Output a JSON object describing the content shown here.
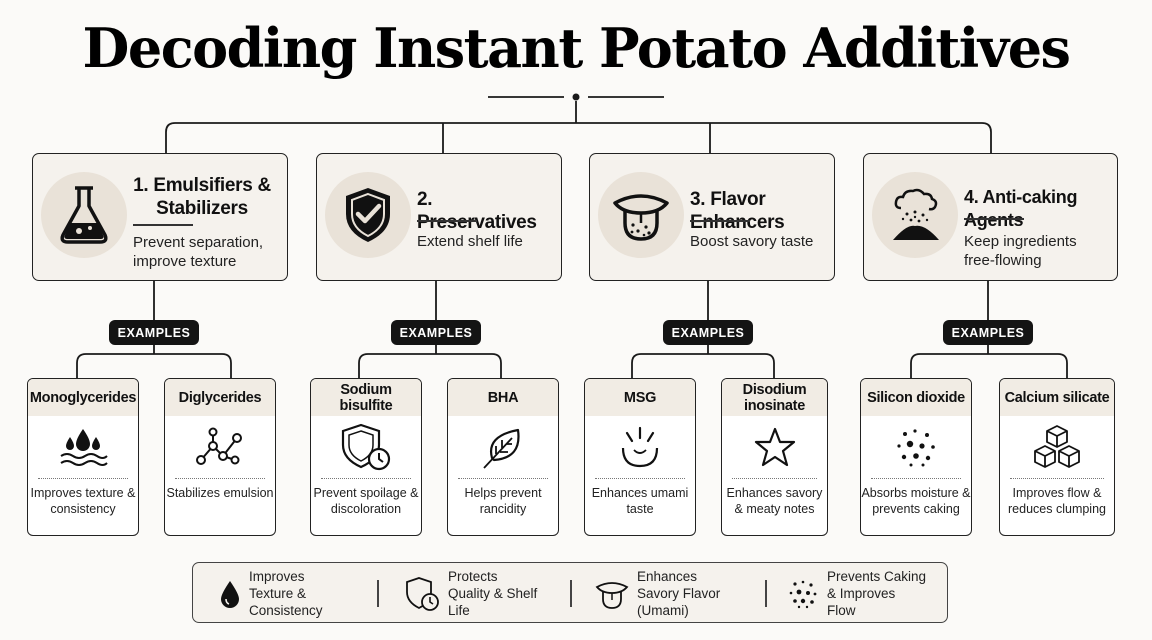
{
  "title": "Decoding Instant Potato Additives",
  "examples_label": "EXAMPLES",
  "categories": [
    {
      "name": "1. Emulsifiers & Stabilizers",
      "desc": "Prevent separation, improve texture",
      "icon": "flask-icon",
      "examples": [
        {
          "name": "Monoglycerides",
          "icon": "water-drops-icon",
          "desc": "Improves texture & consistency"
        },
        {
          "name": "Diglycerides",
          "icon": "molecule-icon",
          "desc": "Stabilizes emulsion"
        }
      ]
    },
    {
      "name": "2. Preservatives",
      "desc": "Extend shelf life",
      "icon": "shield-check-icon",
      "examples": [
        {
          "name": "Sodium bisulfite",
          "icon": "shield-clock-icon",
          "desc": "Prevent spoilage & discoloration"
        },
        {
          "name": "BHA",
          "icon": "leaf-icon",
          "desc": "Helps prevent rancidity"
        }
      ]
    },
    {
      "name": "3. Flavor Enhancers",
      "desc": "Boost savory taste",
      "icon": "tongue-icon",
      "examples": [
        {
          "name": "MSG",
          "icon": "umami-mouth-icon",
          "desc": "Enhances umami taste"
        },
        {
          "name": "Disodium inosinate",
          "icon": "star-icon",
          "desc": "Enhances savory & meaty notes"
        }
      ]
    },
    {
      "name": "4. Anti-caking Agents",
      "desc": "Keep ingredients free-flowing",
      "icon": "powder-pile-icon",
      "examples": [
        {
          "name": "Silicon dioxide",
          "icon": "particles-icon",
          "desc": "Absorbs moisture & prevents caking"
        },
        {
          "name": "Calcium silicate",
          "icon": "cubes-icon",
          "desc": "Improves flow & reduces clumping"
        }
      ]
    }
  ],
  "legend": [
    {
      "text": "Improves Texture & Consistency",
      "icon": "drop-icon"
    },
    {
      "text": "Protects Quality & Shelf Life",
      "icon": "shield-clock-icon"
    },
    {
      "text": "Enhances Savory Flavor (Umami)",
      "icon": "tongue-icon"
    },
    {
      "text": "Prevents Caking & Improves Flow",
      "icon": "particles-icon"
    }
  ]
}
